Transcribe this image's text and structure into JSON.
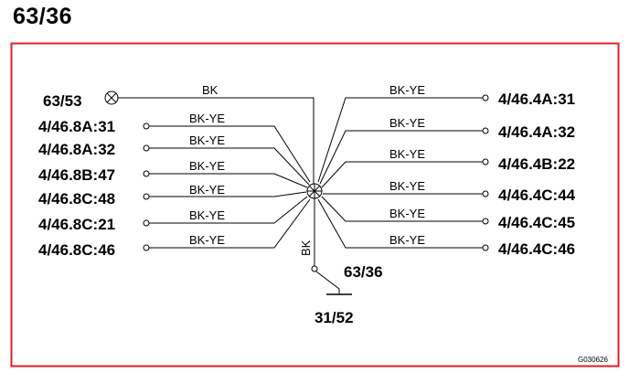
{
  "page_title": "63/36",
  "figure_code": "G030626",
  "frame_color": "#e01e25",
  "ground_node": "63/53",
  "splice": "63/36",
  "ground": "31/52",
  "down_wire": "BK",
  "left": [
    {
      "pin": "4/46.8A:31",
      "wire": "BK-YE"
    },
    {
      "pin": "4/46.8A:32",
      "wire": "BK-YE"
    },
    {
      "pin": "4/46.8B:47",
      "wire": "BK-YE"
    },
    {
      "pin": "4/46.8C:48",
      "wire": "BK-YE"
    },
    {
      "pin": "4/46.8C:21",
      "wire": "BK-YE"
    },
    {
      "pin": "4/46.8C:46",
      "wire": "BK-YE"
    }
  ],
  "top_left_wire": "BK",
  "right": [
    {
      "pin": "4/46.4A:31",
      "wire": "BK-YE"
    },
    {
      "pin": "4/46.4A:32",
      "wire": "BK-YE"
    },
    {
      "pin": "4/46.4B:22",
      "wire": "BK-YE"
    },
    {
      "pin": "4/46.4C:44",
      "wire": "BK-YE"
    },
    {
      "pin": "4/46.4C:45",
      "wire": "BK-YE"
    },
    {
      "pin": "4/46.4C:46",
      "wire": "BK-YE"
    }
  ]
}
